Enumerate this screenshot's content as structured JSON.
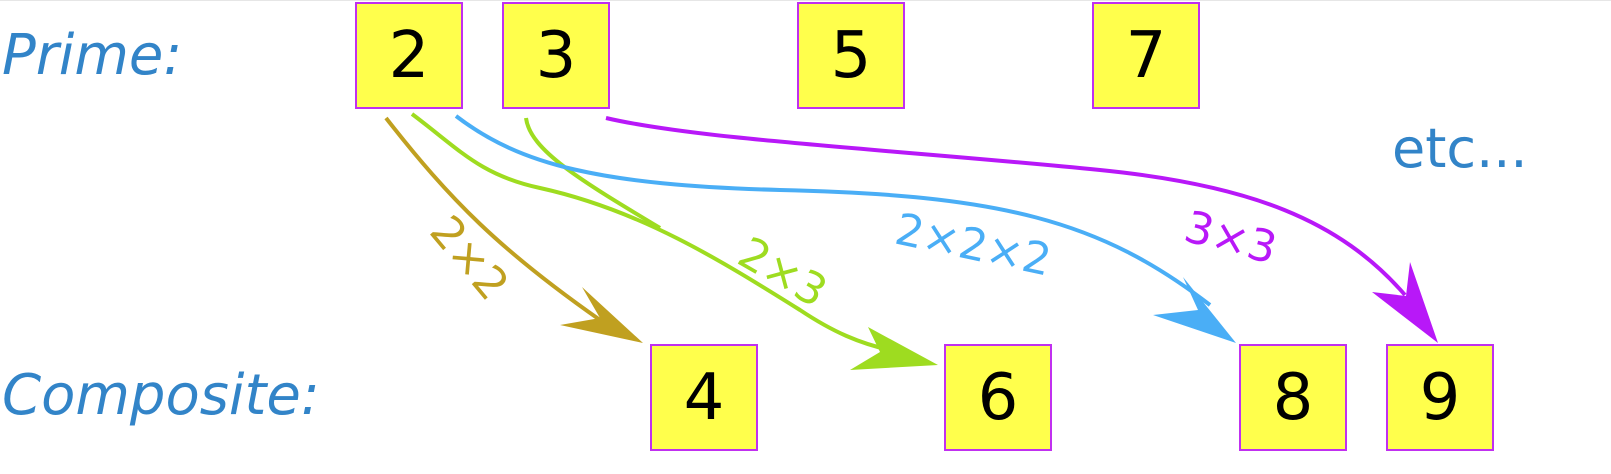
{
  "labels": {
    "prime": "Prime:",
    "composite": "Composite:",
    "etc": "etc..."
  },
  "primes": [
    "2",
    "3",
    "5",
    "7"
  ],
  "composites": [
    "4",
    "6",
    "8",
    "9"
  ],
  "arrows": [
    {
      "from": "2",
      "to": "4",
      "label": "2×2",
      "color": "#c0a020"
    },
    {
      "from": "2",
      "to": "6",
      "label": "2×3",
      "color": "#9edc20",
      "also_from": "3"
    },
    {
      "from": "2",
      "to": "8",
      "label": "2×2×2",
      "color": "#4aaef6"
    },
    {
      "from": "3",
      "to": "9",
      "label": "3×3",
      "color": "#b818f8"
    }
  ],
  "colors": {
    "label_blue": "#3284c8",
    "box_fill": "#ffff4c",
    "box_border": "#c030f0"
  }
}
